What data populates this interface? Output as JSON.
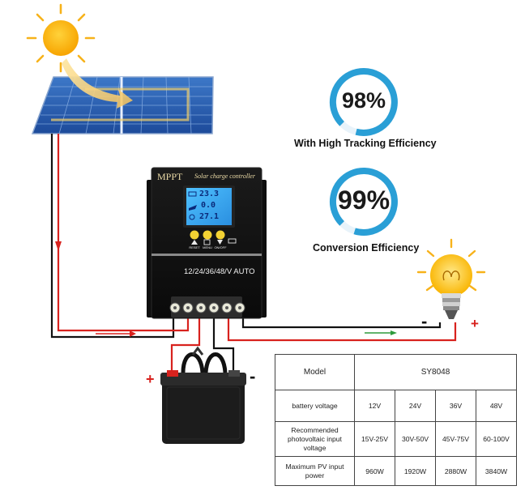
{
  "efficiency": [
    {
      "value": "98%",
      "caption": "With High Tracking Efficiency",
      "percent": 98
    },
    {
      "value": "99%",
      "caption": "Conversion Efficiency",
      "percent": 99
    }
  ],
  "controller": {
    "brand": "MPPT",
    "name": "Solar charge controller",
    "lcd_readings": [
      "23.3",
      "0.0",
      "27.1"
    ],
    "buttons": [
      {
        "label": "RESET",
        "icon": "warning-icon"
      },
      {
        "label": "MENU",
        "icon": "menu-icon"
      },
      {
        "label": "ON/OFF",
        "icon": "power-toggle-icon"
      }
    ],
    "voltage_label": "12/24/36/48/V AUTO"
  },
  "polarity": {
    "battery_positive": "+",
    "battery_negative": "-",
    "load_negative": "-",
    "load_positive": "+"
  },
  "colors": {
    "ring": "#2a9fd6",
    "ring_track": "#ffffff",
    "wire_red": "#d8221e",
    "wire_black": "#111111",
    "wire_green": "#2e9b3c",
    "plus_red": "#d8221e"
  },
  "spec_table": {
    "model_label": "Model",
    "model_value": "SY8048",
    "rows": [
      {
        "label": "battery voltage",
        "values": [
          "12V",
          "24V",
          "36V",
          "48V"
        ]
      },
      {
        "label": "Recommended photovoltaic input voltage",
        "values": [
          "15V-25V",
          "30V-50V",
          "45V-75V",
          "60-100V"
        ]
      },
      {
        "label": "Maximum PV input power",
        "values": [
          "960W",
          "1920W",
          "2880W",
          "3840W"
        ]
      }
    ]
  }
}
